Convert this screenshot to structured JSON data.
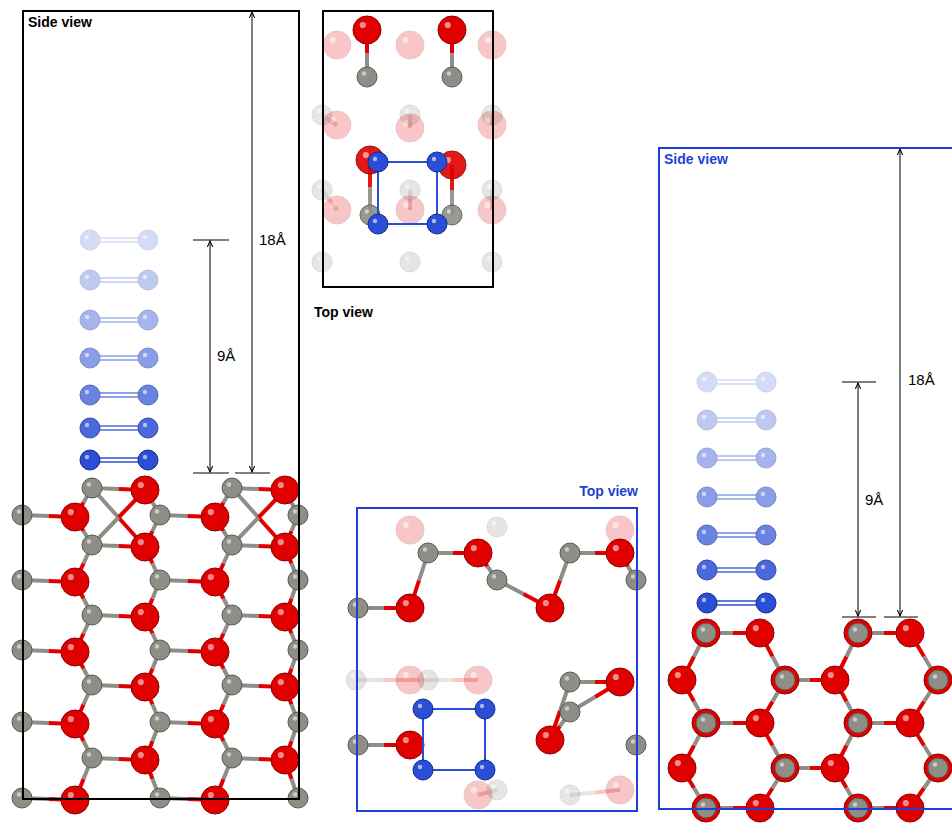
{
  "diagram": {
    "nodes": [
      {
        "text": [
          "Side view"
        ]
      },
      {
        "text": [
          "Top view"
        ]
      },
      {
        "text": [
          "Top view"
        ]
      },
      {
        "text": [
          "Side view"
        ]
      }
    ],
    "labels": [
      "18Å",
      "9Å",
      "18Å",
      "9Å"
    ]
  }
}
